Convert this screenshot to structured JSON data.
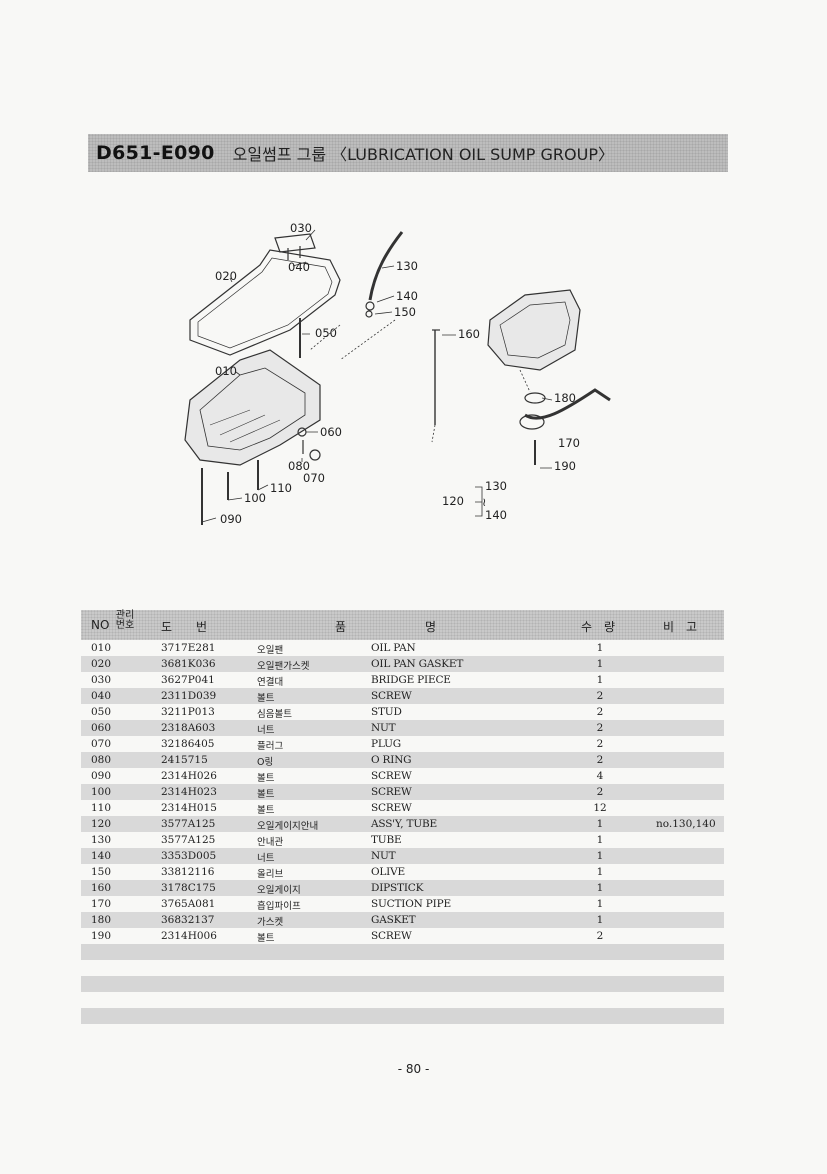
{
  "header": {
    "code": "D651-E090",
    "title": "오일썸프 그룹 〈LUBRICATION OIL SUMP GROUP〉"
  },
  "diagram": {
    "labels": [
      "030",
      "040",
      "020",
      "130",
      "140",
      "150",
      "050",
      "160",
      "010",
      "060",
      "080",
      "070",
      "110",
      "100",
      "090",
      "180",
      "170",
      "190",
      "120",
      "130",
      "≀",
      "140"
    ]
  },
  "table": {
    "headers": {
      "no": "NO",
      "mgmt_top": "관리",
      "mgmt_bottom": "번호",
      "part": "도　　번",
      "name_a": "품",
      "name_b": "명",
      "qty": "수　량",
      "remarks": "비　고"
    },
    "rows": [
      {
        "no": "010",
        "part": "3717E281",
        "kor": "오일팬",
        "eng": "OIL PAN",
        "qty": "1",
        "rem": ""
      },
      {
        "no": "020",
        "part": "3681K036",
        "kor": "오일팬가스켓",
        "eng": "OIL PAN GASKET",
        "qty": "1",
        "rem": ""
      },
      {
        "no": "030",
        "part": "3627P041",
        "kor": "연결대",
        "eng": "BRIDGE PIECE",
        "qty": "1",
        "rem": ""
      },
      {
        "no": "040",
        "part": "2311D039",
        "kor": "볼트",
        "eng": "SCREW",
        "qty": "2",
        "rem": ""
      },
      {
        "no": "050",
        "part": "3211P013",
        "kor": "심음볼트",
        "eng": "STUD",
        "qty": "2",
        "rem": ""
      },
      {
        "no": "060",
        "part": "2318A603",
        "kor": "너트",
        "eng": "NUT",
        "qty": "2",
        "rem": ""
      },
      {
        "no": "070",
        "part": "32186405",
        "kor": "플러그",
        "eng": "PLUG",
        "qty": "2",
        "rem": ""
      },
      {
        "no": "080",
        "part": "2415715",
        "kor": "O링",
        "eng": "O RING",
        "qty": "2",
        "rem": ""
      },
      {
        "no": "090",
        "part": "2314H026",
        "kor": "볼트",
        "eng": "SCREW",
        "qty": "4",
        "rem": ""
      },
      {
        "no": "100",
        "part": "2314H023",
        "kor": "볼트",
        "eng": "SCREW",
        "qty": "2",
        "rem": ""
      },
      {
        "no": "110",
        "part": "2314H015",
        "kor": "볼트",
        "eng": "SCREW",
        "qty": "12",
        "rem": ""
      },
      {
        "no": "120",
        "part": "3577A125",
        "kor": "오일게이지안내",
        "eng": "ASS'Y, TUBE",
        "qty": "1",
        "rem": "no.130,140"
      },
      {
        "no": "130",
        "part": "3577A125",
        "kor": "안내관",
        "eng": "TUBE",
        "qty": "1",
        "rem": ""
      },
      {
        "no": "140",
        "part": "3353D005",
        "kor": "너트",
        "eng": "NUT",
        "qty": "1",
        "rem": ""
      },
      {
        "no": "150",
        "part": "33812116",
        "kor": "올리브",
        "eng": "OLIVE",
        "qty": "1",
        "rem": ""
      },
      {
        "no": "160",
        "part": "3178C175",
        "kor": "오일게이지",
        "eng": "DIPSTICK",
        "qty": "1",
        "rem": ""
      },
      {
        "no": "170",
        "part": "3765A081",
        "kor": "흡입파이프",
        "eng": "SUCTION PIPE",
        "qty": "1",
        "rem": ""
      },
      {
        "no": "180",
        "part": "36832137",
        "kor": "가스켓",
        "eng": "GASKET",
        "qty": "1",
        "rem": ""
      },
      {
        "no": "190",
        "part": "2314H006",
        "kor": "볼트",
        "eng": "SCREW",
        "qty": "2",
        "rem": ""
      }
    ]
  },
  "footer": {
    "page": "- 80 -"
  }
}
